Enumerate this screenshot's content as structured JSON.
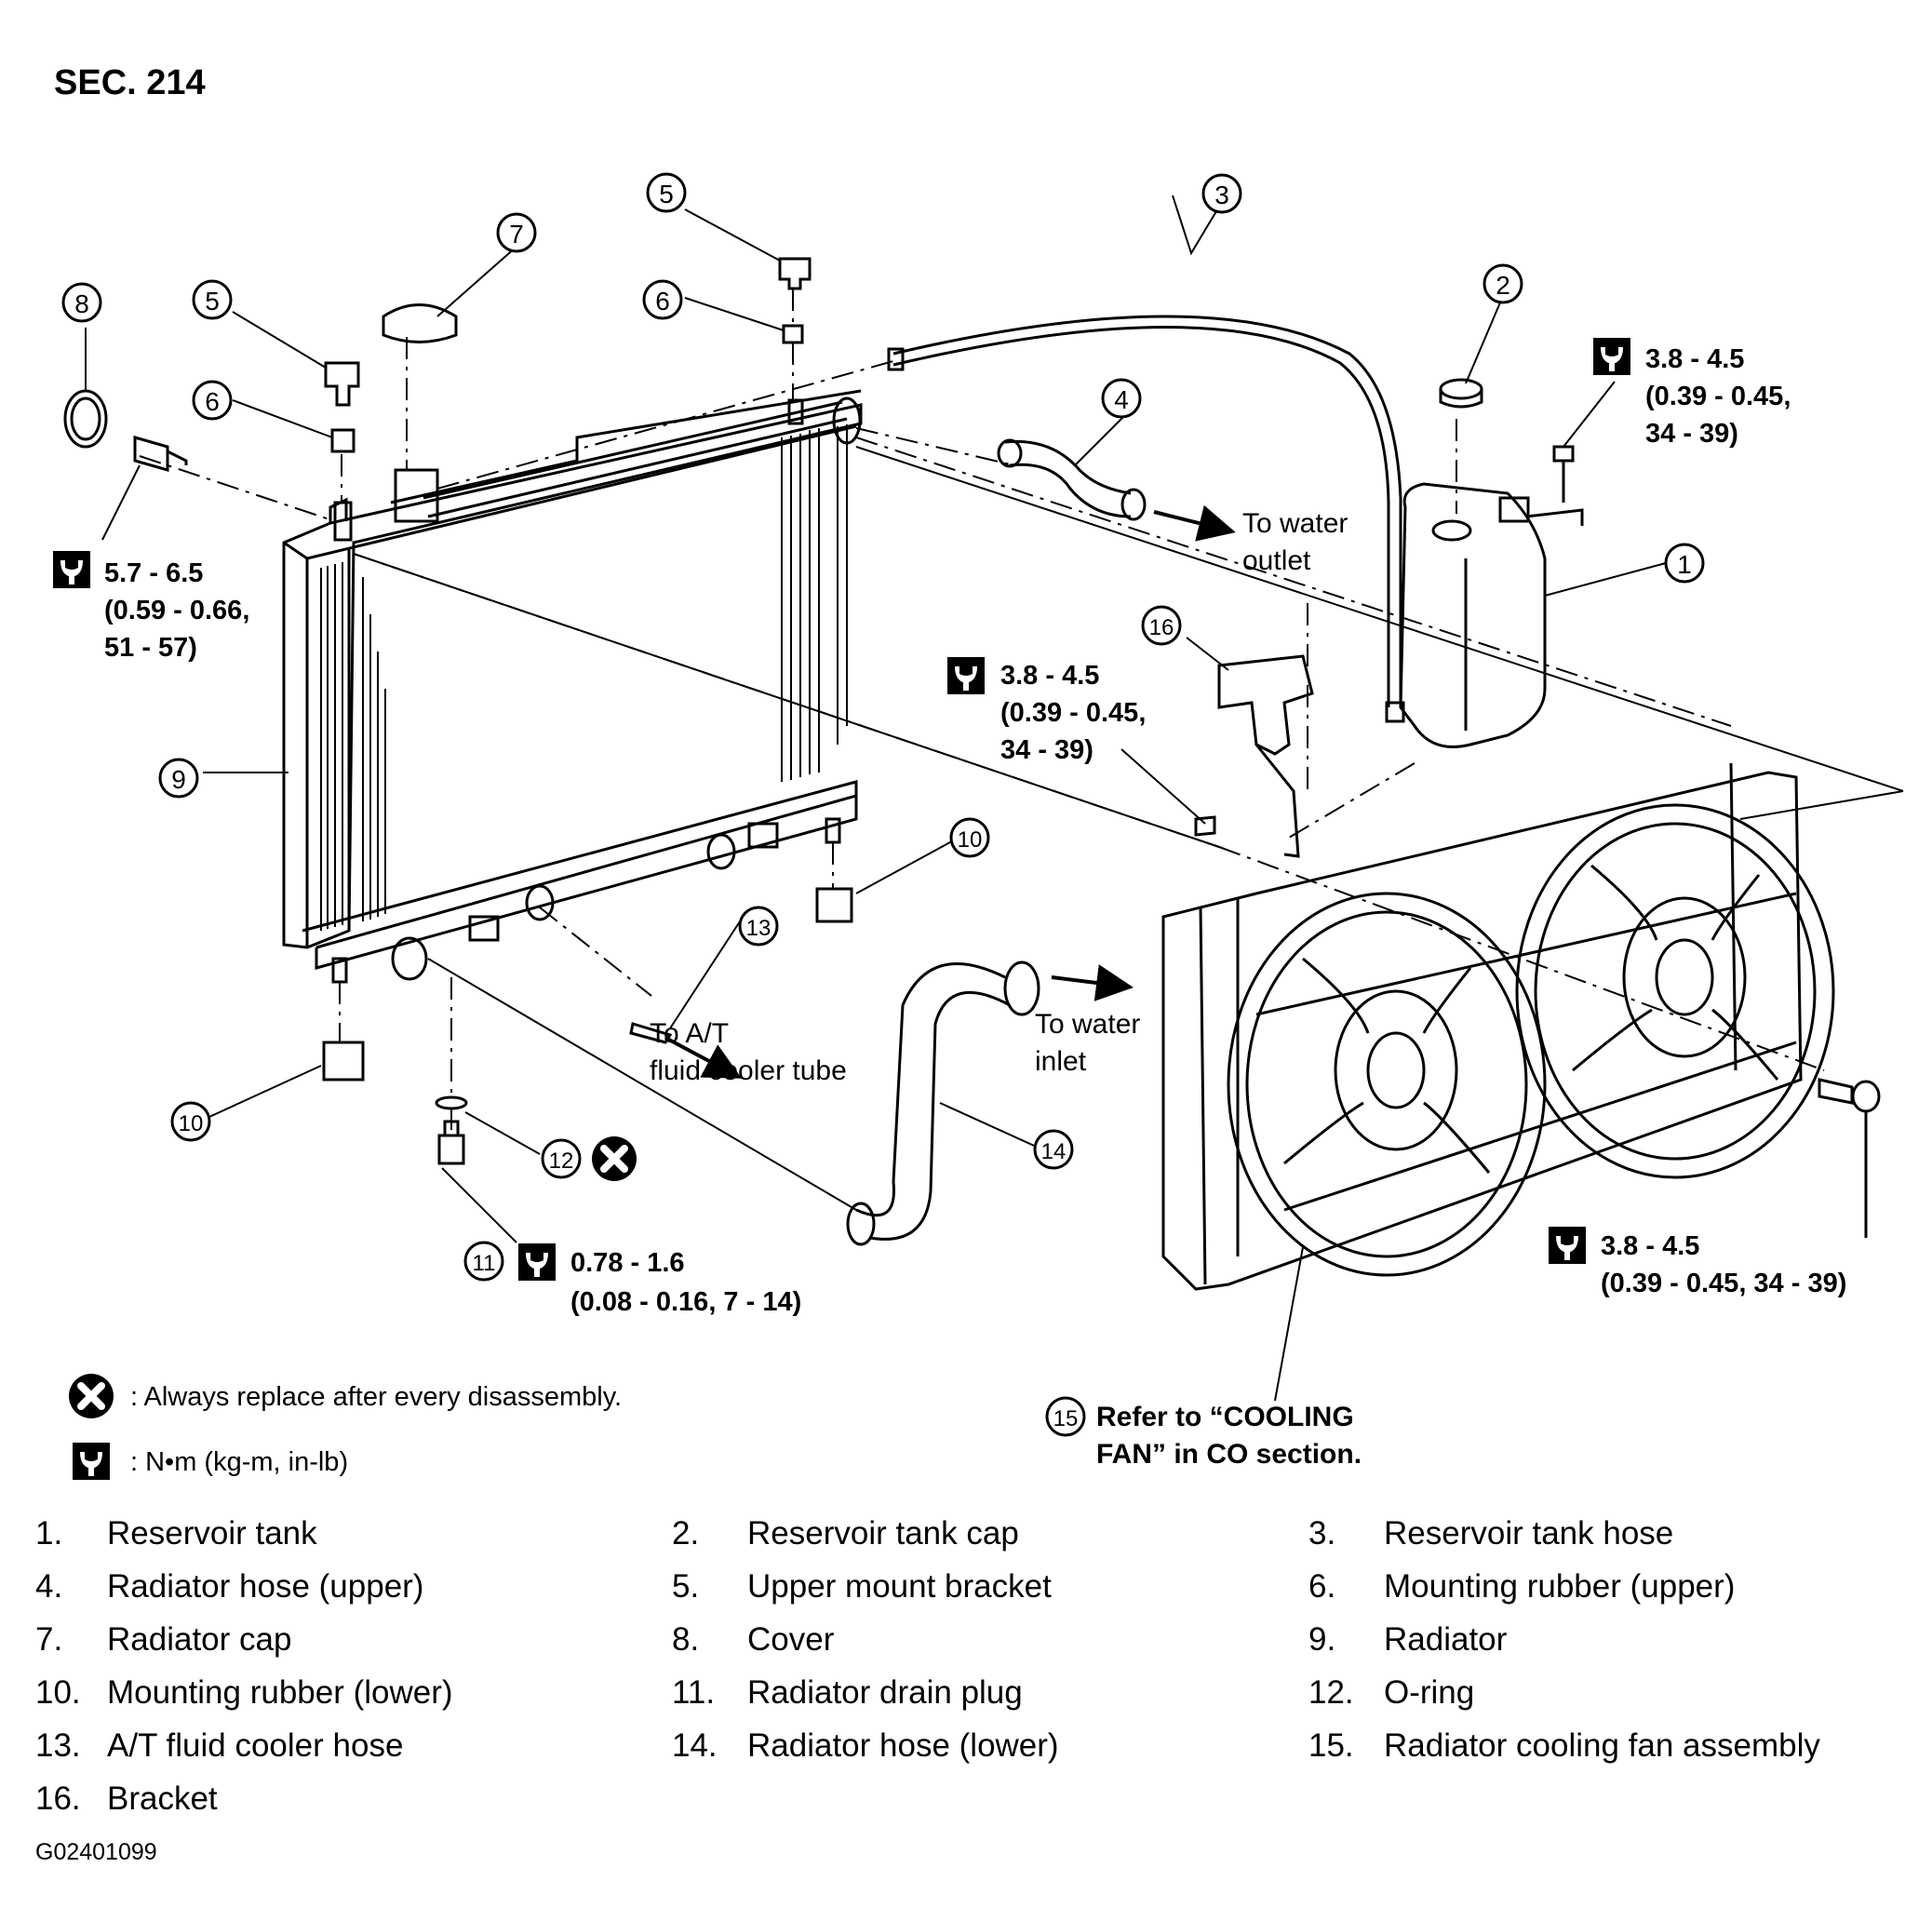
{
  "section": "SEC. 214",
  "figure_code": "G02401099",
  "callouts": [
    "1",
    "2",
    "3",
    "4",
    "5",
    "6",
    "7",
    "8",
    "9",
    "10",
    "11",
    "12",
    "13",
    "14",
    "15",
    "16"
  ],
  "torque": {
    "t8": [
      "5.7 - 6.5",
      "(0.59 - 0.66,",
      "51 - 57)"
    ],
    "t1": [
      "3.8 - 4.5",
      "(0.39 - 0.45,",
      "34 - 39)"
    ],
    "t16": [
      "3.8 - 4.5",
      "(0.39 - 0.45,",
      "34 - 39)"
    ],
    "t11": [
      "0.78 - 1.6",
      "(0.08 - 0.16, 7 - 14)"
    ],
    "t15": [
      "3.8 - 4.5",
      "(0.39 - 0.45, 34 - 39)"
    ]
  },
  "notes": {
    "water_outlet": [
      "To water",
      "outlet"
    ],
    "water_inlet": [
      "To water",
      "inlet"
    ],
    "at_cooler": [
      "To A/T",
      "fluid cooler tube"
    ],
    "refer": [
      "Refer to “COOLING",
      "FAN” in CO section."
    ]
  },
  "symbols": {
    "replace": ": Always replace after every disassembly.",
    "torque_unit": ":  N•m  (kg-m,  in-lb)"
  },
  "parts": [
    {
      "n": "1.",
      "name": "Reservoir tank"
    },
    {
      "n": "2.",
      "name": "Reservoir tank cap"
    },
    {
      "n": "3.",
      "name": "Reservoir tank hose"
    },
    {
      "n": "4.",
      "name": "Radiator hose (upper)"
    },
    {
      "n": "5.",
      "name": "Upper mount bracket"
    },
    {
      "n": "6.",
      "name": "Mounting rubber (upper)"
    },
    {
      "n": "7.",
      "name": "Radiator cap"
    },
    {
      "n": "8.",
      "name": "Cover"
    },
    {
      "n": "9.",
      "name": "Radiator"
    },
    {
      "n": "10.",
      "name": "Mounting rubber (lower)"
    },
    {
      "n": "11.",
      "name": "Radiator drain plug"
    },
    {
      "n": "12.",
      "name": "O-ring"
    },
    {
      "n": "13.",
      "name": "A/T fluid cooler hose"
    },
    {
      "n": "14.",
      "name": "Radiator hose (lower)"
    },
    {
      "n": "15.",
      "name": "Radiator cooling fan assembly"
    },
    {
      "n": "16.",
      "name": "Bracket"
    }
  ]
}
